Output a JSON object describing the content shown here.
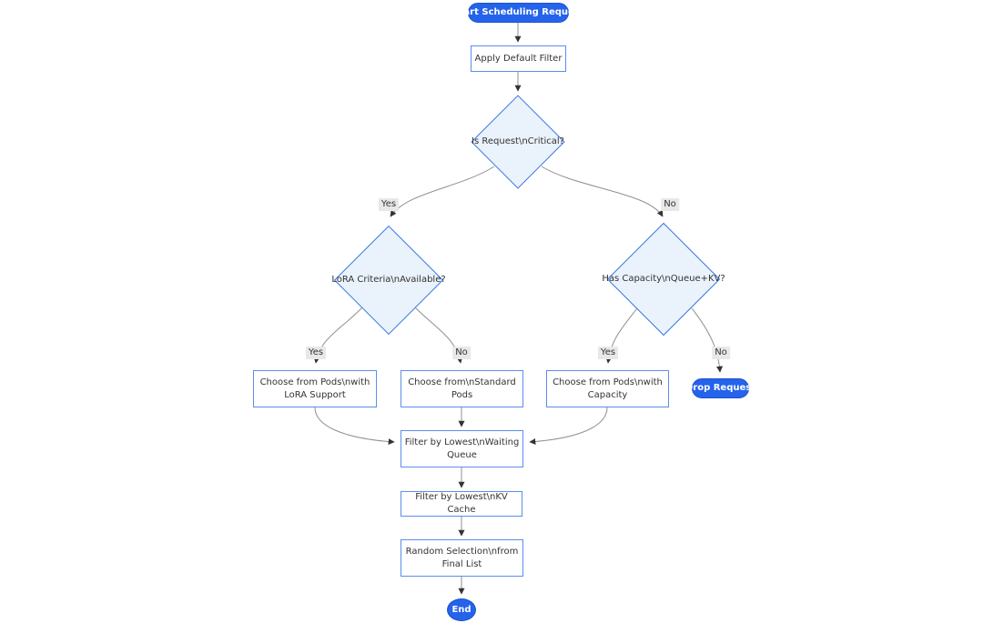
{
  "diagram": {
    "type": "flowchart",
    "nodes": {
      "start": {
        "shape": "pill",
        "label": "Start Scheduling Request"
      },
      "apply_filter": {
        "shape": "rect",
        "lines": [
          "Apply Default Filter"
        ]
      },
      "is_critical": {
        "shape": "diamond",
        "label": "Is Request\\nCritical?"
      },
      "lora_criteria": {
        "shape": "diamond",
        "label": "LoRA Criteria\\nAvailable?"
      },
      "has_capacity": {
        "shape": "diamond",
        "label": "Has Capacity\\nQueue+KV?"
      },
      "choose_lora": {
        "shape": "rect",
        "lines": [
          "Choose from Pods\\nwith",
          "LoRA Support"
        ]
      },
      "choose_std": {
        "shape": "rect",
        "lines": [
          "Choose from\\nStandard",
          "Pods"
        ]
      },
      "choose_cap": {
        "shape": "rect",
        "lines": [
          "Choose from Pods\\nwith",
          "Capacity"
        ]
      },
      "drop_request": {
        "shape": "pill",
        "label": "Drop Request"
      },
      "filter_queue": {
        "shape": "rect",
        "lines": [
          "Filter by Lowest\\nWaiting",
          "Queue"
        ]
      },
      "filter_kv": {
        "shape": "rect",
        "lines": [
          "Filter by Lowest\\nKV Cache"
        ]
      },
      "random_sel": {
        "shape": "rect",
        "lines": [
          "Random Selection\\nfrom",
          "Final List"
        ]
      },
      "end": {
        "shape": "pill",
        "label": "End"
      }
    },
    "edge_labels": {
      "critical_yes": "Yes",
      "critical_no": "No",
      "lora_yes": "Yes",
      "lora_no": "No",
      "capacity_yes": "Yes",
      "capacity_no": "No"
    },
    "colors": {
      "pill_fill": "#2563eb",
      "pill_text": "#ffffff",
      "rect_fill": "#ffffff",
      "rect_border": "#5b8def",
      "diamond_fill": "#eaf2fb",
      "diamond_border": "#3b76e8",
      "edge_line": "#8f8f8f",
      "arrowhead": "#333333",
      "edge_label_bg": "#e8e8e8",
      "text": "#333333",
      "background": "#ffffff"
    }
  }
}
